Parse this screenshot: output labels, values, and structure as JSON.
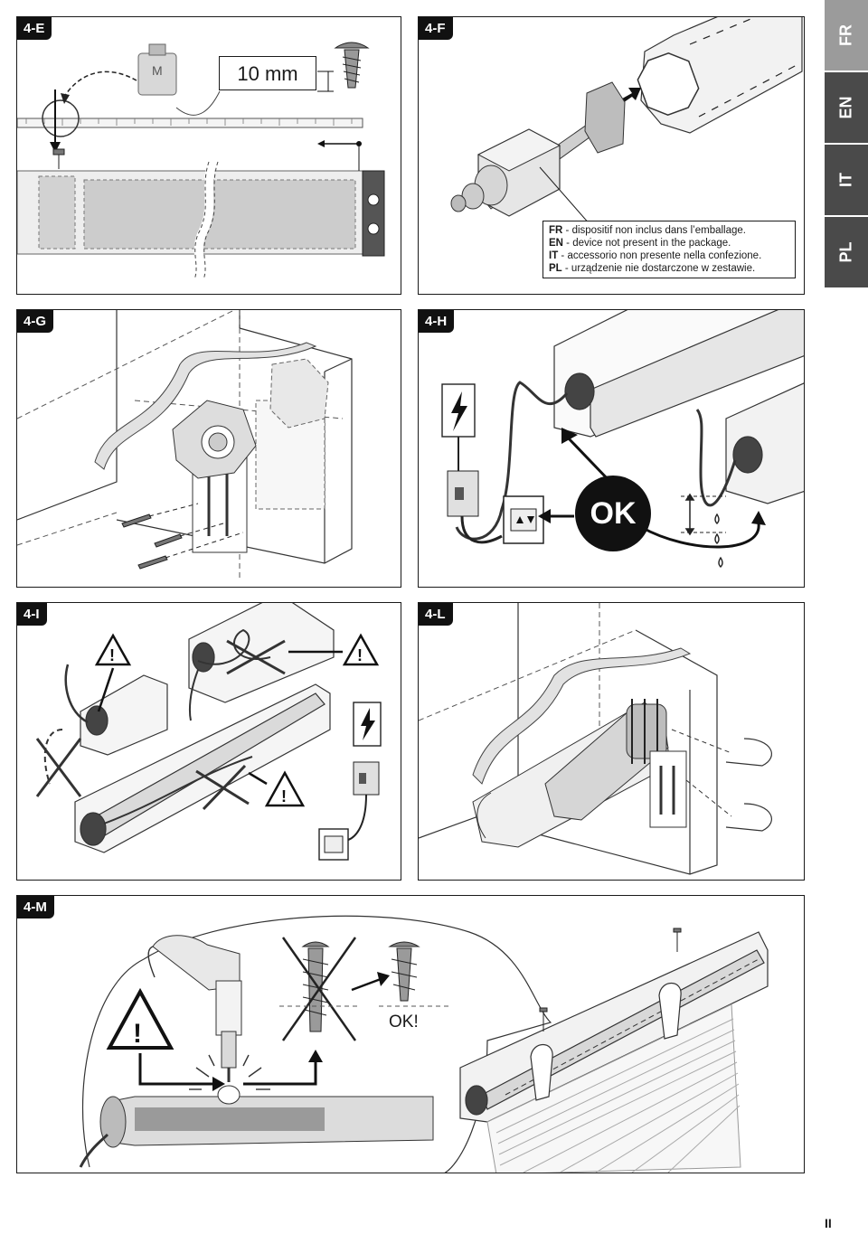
{
  "languages": [
    "FR",
    "EN",
    "IT",
    "PL"
  ],
  "panels": {
    "e": "4-E",
    "f": "4-F",
    "g": "4-G",
    "h": "4-H",
    "i": "4-I",
    "l": "4-L",
    "m": "4-M"
  },
  "measure": "10 mm",
  "motor_mark": "M",
  "note": [
    {
      "lang": "FR",
      "text": " - dispositif non inclus dans l’emballage."
    },
    {
      "lang": "EN",
      "text": " - device not present in the package."
    },
    {
      "lang": "IT",
      "text": " - accessorio non presente nella confezione."
    },
    {
      "lang": "PL",
      "text": " - urządzenie nie dostarczone w zestawie."
    }
  ],
  "ok_badge": "OK",
  "ok_label": "OK!",
  "warning_symbol": "!",
  "page_number": "II",
  "icons": [
    "screw-icon",
    "warning-icon",
    "electric-hazard-icon",
    "circuit-breaker-icon",
    "up-down-switch-icon",
    "drill-icon",
    "water-drop-icon"
  ]
}
